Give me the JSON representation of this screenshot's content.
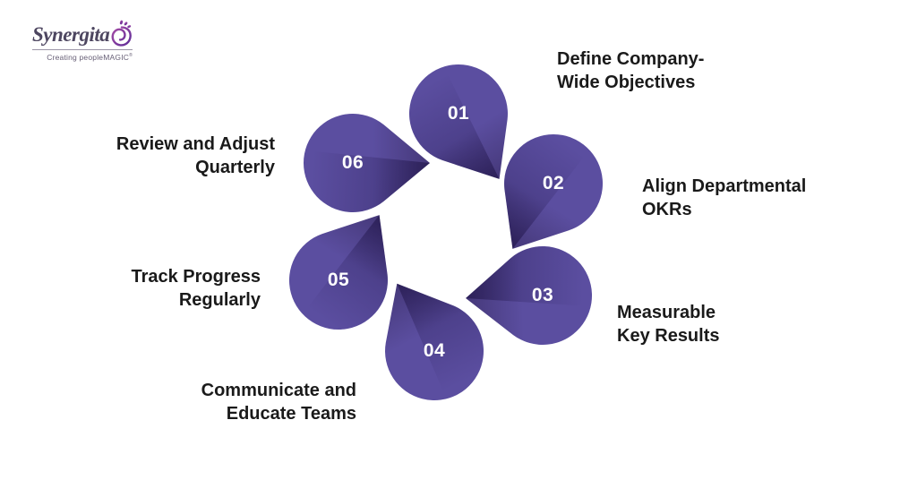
{
  "page": {
    "background": "#ffffff"
  },
  "logo": {
    "brand": "Synergita",
    "tagline": "Creating peopleMAGIC",
    "registered_mark": "®",
    "brand_color": "#4d4660",
    "icon": "peacock-swirl-icon",
    "icon_color_start": "#a64ca6",
    "icon_color_end": "#5e2b97"
  },
  "diagram": {
    "type": "circular-process-cycle",
    "petal_color": "#5b4ea0",
    "petal_shadow_color": "#453879",
    "number_color": "#ffffff",
    "label_color": "#1a1a1a",
    "steps": [
      {
        "number": "01",
        "label": "Define Company-\nWide Objectives"
      },
      {
        "number": "02",
        "label": "Align Departmental\nOKRs"
      },
      {
        "number": "03",
        "label": "Measurable\nKey Results"
      },
      {
        "number": "04",
        "label": "Communicate and\nEducate Teams"
      },
      {
        "number": "05",
        "label": "Track Progress\nRegularly"
      },
      {
        "number": "06",
        "label": "Review and Adjust\nQuarterly"
      }
    ]
  }
}
